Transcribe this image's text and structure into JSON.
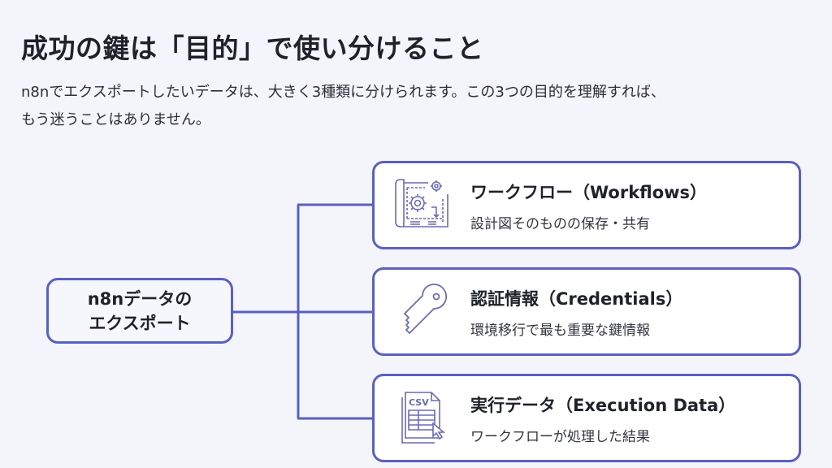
{
  "title": "成功の鍵は「目的」で使い分けること",
  "lead": {
    "line1": "n8nでエクスポートしたいデータは、大きく3種類に分けられます。この3つの目的を理解すれば、",
    "line2": "もう迷うことはありません。"
  },
  "colors": {
    "accent": "#5b5fc2",
    "icon": "#6a6cb3",
    "background": "#f4f5fa"
  },
  "root": {
    "line1": "n8nデータの",
    "line2": "エクスポート"
  },
  "items": [
    {
      "icon": "blueprint-gear-icon",
      "title": "ワークフロー（Workflows）",
      "subtitle": "設計図そのものの保存・共有"
    },
    {
      "icon": "key-icon",
      "title": "認証情報（Credentials）",
      "subtitle": "環境移行で最も重要な鍵情報"
    },
    {
      "icon": "csv-file-icon",
      "title": "実行データ（Execution Data）",
      "subtitle": "ワークフローが処理した結果",
      "icon_label": "CSV"
    }
  ]
}
